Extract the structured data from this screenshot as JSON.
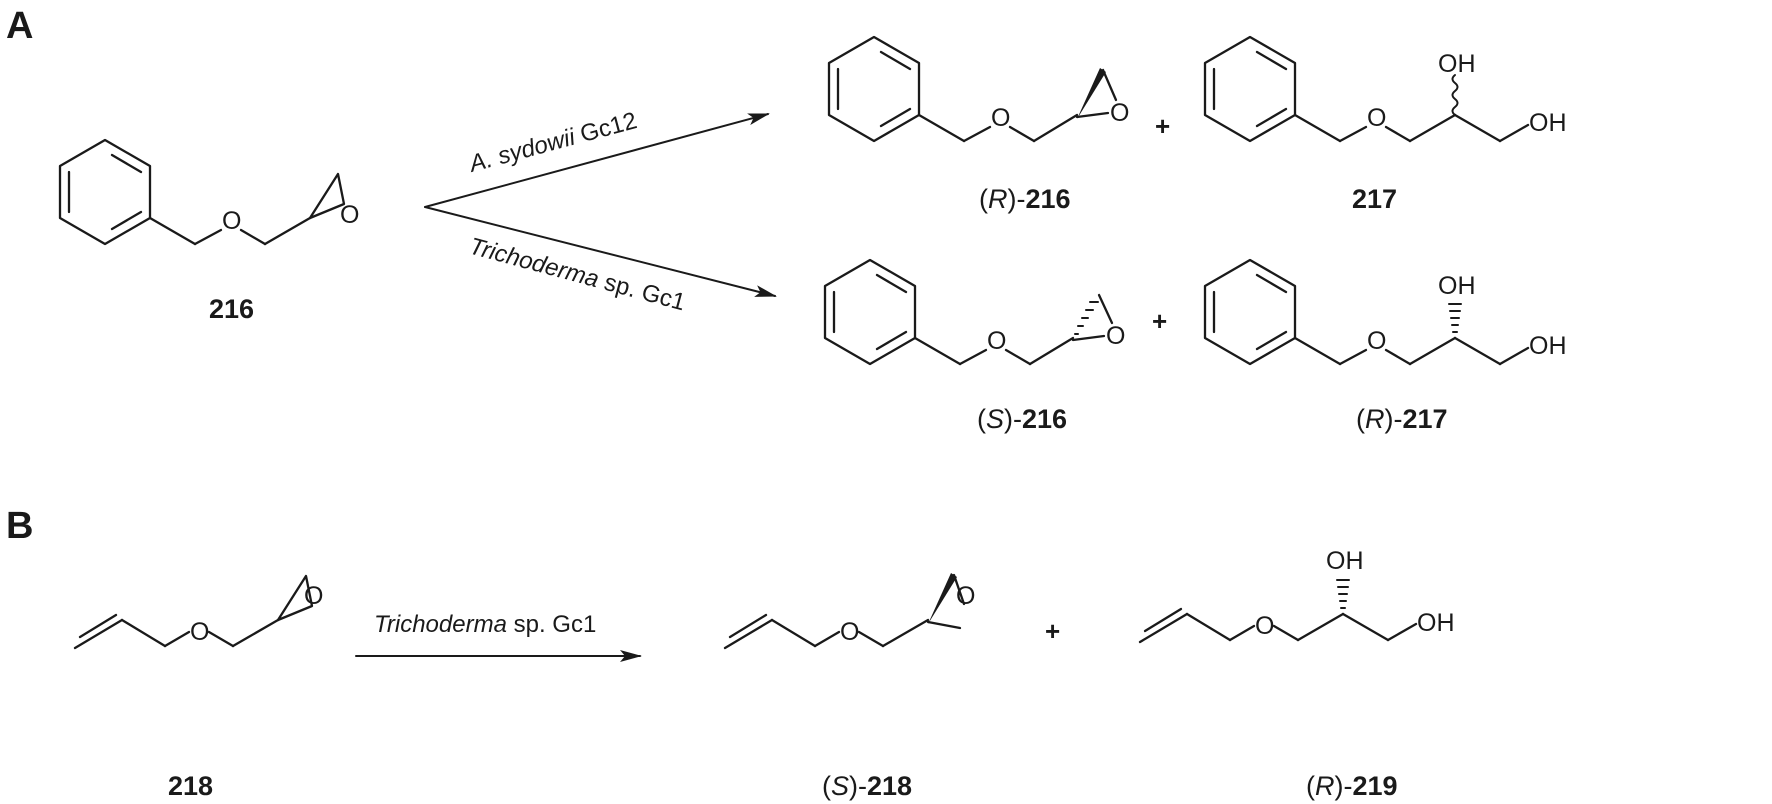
{
  "panels": {
    "a": "A",
    "b": "B"
  },
  "atoms": {
    "oxygen": "O",
    "hydroxyl": "OH"
  },
  "plus": "+",
  "reagents": {
    "a_upper_italic": "A. sydowii",
    "a_upper_rest": " Gc12",
    "a_lower_italic": "Trichoderma",
    "a_lower_rest": " sp. Gc1",
    "b_italic": "Trichoderma",
    "b_rest": " sp. Gc1"
  },
  "compounds": {
    "c216": {
      "number": "216"
    },
    "r216": {
      "open": "(",
      "descriptor": "R",
      "close": ")-",
      "number": "216"
    },
    "c217": {
      "number": "217"
    },
    "s216": {
      "open": "(",
      "descriptor": "S",
      "close": ")-",
      "number": "216"
    },
    "r217": {
      "open": "(",
      "descriptor": "R",
      "close": ")-",
      "number": "217"
    },
    "c218": {
      "number": "218"
    },
    "s218": {
      "open": "(",
      "descriptor": "S",
      "close": ")-",
      "number": "218"
    },
    "r219": {
      "open": "(",
      "descriptor": "R",
      "close": ")-",
      "number": "219"
    }
  }
}
